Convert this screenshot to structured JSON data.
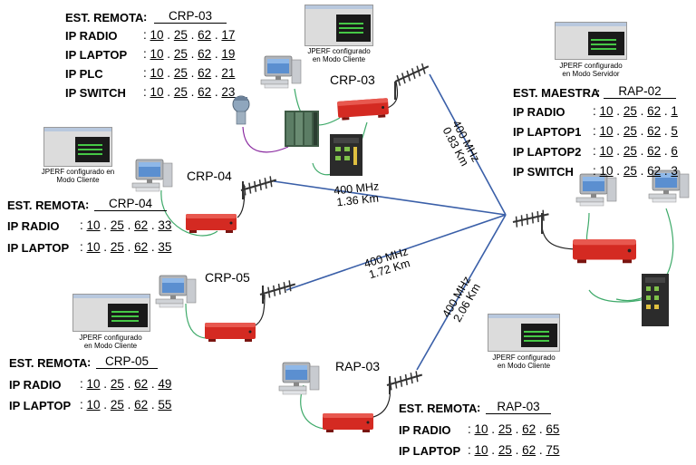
{
  "stations": {
    "crp03": {
      "name": "CRP-03",
      "table": {
        "title_label": "EST. REMOTA",
        "title_value": "CRP-03",
        "rows": [
          {
            "label": "IP RADIO",
            "octets": [
              "10",
              "25",
              "62",
              "17"
            ]
          },
          {
            "label": "IP LAPTOP",
            "octets": [
              "10",
              "25",
              "62",
              "19"
            ]
          },
          {
            "label": "IP PLC",
            "octets": [
              "10",
              "25",
              "62",
              "21"
            ]
          },
          {
            "label": "IP SWITCH",
            "octets": [
              "10",
              "25",
              "62",
              "23"
            ]
          }
        ]
      },
      "jperf_caption": [
        "JPERF configurado",
        "en Modo Cliente"
      ]
    },
    "crp04": {
      "name": "CRP-04",
      "table": {
        "title_label": "EST. REMOTA",
        "title_value": "CRP-04",
        "rows": [
          {
            "label": "IP RADIO",
            "octets": [
              "10",
              "25",
              "62",
              "33"
            ]
          },
          {
            "label": "IP LAPTOP",
            "octets": [
              "10",
              "25",
              "62",
              "35"
            ]
          }
        ]
      },
      "jperf_caption": [
        "JPERF configurado en",
        "Modo Cliente"
      ]
    },
    "crp05": {
      "name": "CRP-05",
      "table": {
        "title_label": "EST. REMOTA",
        "title_value": "CRP-05",
        "rows": [
          {
            "label": "IP RADIO",
            "octets": [
              "10",
              "25",
              "62",
              "49"
            ]
          },
          {
            "label": "IP LAPTOP",
            "octets": [
              "10",
              "25",
              "62",
              "55"
            ]
          }
        ]
      },
      "jperf_caption": [
        "JPERF configurado",
        "en Modo Cliente"
      ]
    },
    "rap03": {
      "name": "RAP-03",
      "table": {
        "title_label": "EST. REMOTA",
        "title_value": "RAP-03",
        "rows": [
          {
            "label": "IP RADIO",
            "octets": [
              "10",
              "25",
              "62",
              "65"
            ]
          },
          {
            "label": "IP LAPTOP",
            "octets": [
              "10",
              "25",
              "62",
              "75"
            ]
          }
        ]
      },
      "jperf_caption": [
        "JPERF configurado",
        "en Modo Cliente"
      ]
    },
    "rap02": {
      "name": "RAP-02",
      "table": {
        "title_label": "EST. MAESTRA",
        "title_value": "RAP-02",
        "rows": [
          {
            "label": "IP RADIO",
            "octets": [
              "10",
              "25",
              "62",
              "1"
            ]
          },
          {
            "label": "IP LAPTOP1",
            "octets": [
              "10",
              "25",
              "62",
              "5"
            ]
          },
          {
            "label": "IP LAPTOP2",
            "octets": [
              "10",
              "25",
              "62",
              "6"
            ]
          },
          {
            "label": "IP SWITCH",
            "octets": [
              "10",
              "25",
              "62",
              "3"
            ]
          }
        ]
      },
      "jperf_caption": [
        "JPERF configurado",
        "en Modo Servidor"
      ]
    }
  },
  "links": {
    "crp03": {
      "freq": "400 MHz",
      "dist": "0.83 Km"
    },
    "crp04": {
      "freq": "400 MHz",
      "dist": "1.36 Km"
    },
    "crp05": {
      "freq": "400 MHz",
      "dist": "1.72 Km"
    },
    "rap03": {
      "freq": "400 MHz",
      "dist": "2.06 Km"
    }
  },
  "colors": {
    "link_line": "#3a5fa8",
    "radio": "#d42a22",
    "cable": "#3faa6a",
    "monitor": "#5b8fd0"
  },
  "icons": [
    "computer-icon",
    "radio-icon",
    "yagi-antenna-icon",
    "switch-icon",
    "plc-icon",
    "pressure-transmitter-icon",
    "jperf-screenshot-icon"
  ]
}
